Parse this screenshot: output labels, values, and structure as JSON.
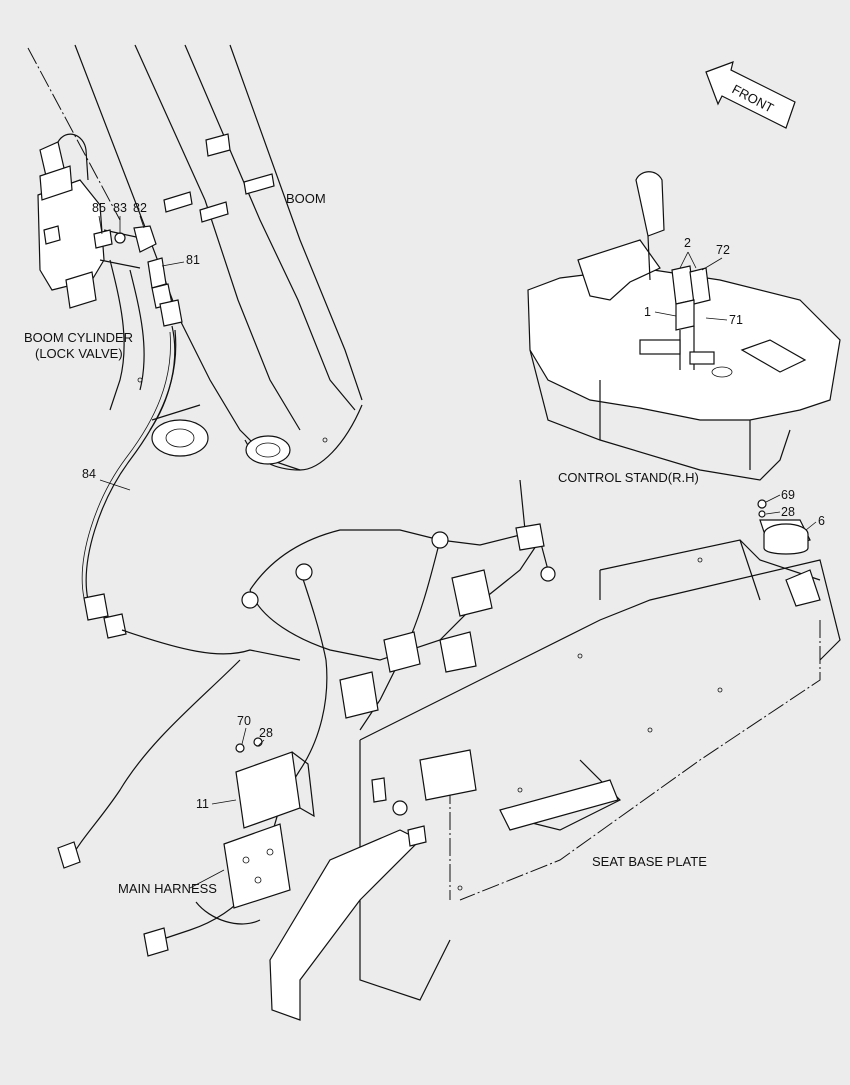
{
  "diagram": {
    "front_label": "FRONT",
    "labels": {
      "boom": "BOOM",
      "boom_cylinder_line1": "BOOM CYLINDER",
      "boom_cylinder_line2": "(LOCK VALVE)",
      "control_stand": "CONTROL STAND(R.H)",
      "seat_base_plate": "SEAT BASE PLATE",
      "main_harness": "MAIN HARNESS"
    },
    "parts": [
      {
        "id": "p85",
        "num": "85"
      },
      {
        "id": "p83",
        "num": "83"
      },
      {
        "id": "p82",
        "num": "82"
      },
      {
        "id": "p81",
        "num": "81"
      },
      {
        "id": "p84",
        "num": "84"
      },
      {
        "id": "p2",
        "num": "2"
      },
      {
        "id": "p72",
        "num": "72"
      },
      {
        "id": "p1",
        "num": "1"
      },
      {
        "id": "p71",
        "num": "71"
      },
      {
        "id": "p69",
        "num": "69"
      },
      {
        "id": "p28a",
        "num": "28"
      },
      {
        "id": "p6",
        "num": "6"
      },
      {
        "id": "p70",
        "num": "70"
      },
      {
        "id": "p28b",
        "num": "28"
      },
      {
        "id": "p11",
        "num": "11"
      }
    ]
  }
}
